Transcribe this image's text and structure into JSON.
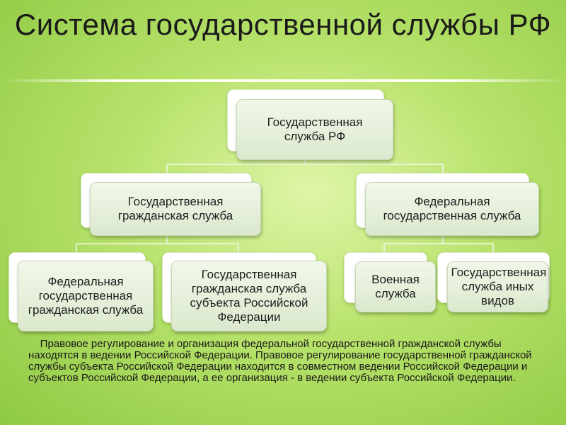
{
  "title": "Система государственной службы РФ",
  "nodes": {
    "root": "Государственная служба РФ",
    "civil": "Государственная гражданская служба",
    "federal": "Федеральная государственная служба",
    "federal_civil": "Федеральная государственная гражданская служба",
    "subject_civil": "Государственная гражданская служба субъекта Российской Федерации",
    "military": "Военная служба",
    "other": "Государственная служба иных видов"
  },
  "note": "    Правовое регулирование и организация федеральной государственной гражданской службы находятся в ведении Российской Федерации. Правовое регулирование государственной гражданской службы субъекта Российской Федерации находится в совместном ведении Российской Федерации и субъектов Российской Федерации, а ее организация - в ведении субъекта Российской Федерации."
}
